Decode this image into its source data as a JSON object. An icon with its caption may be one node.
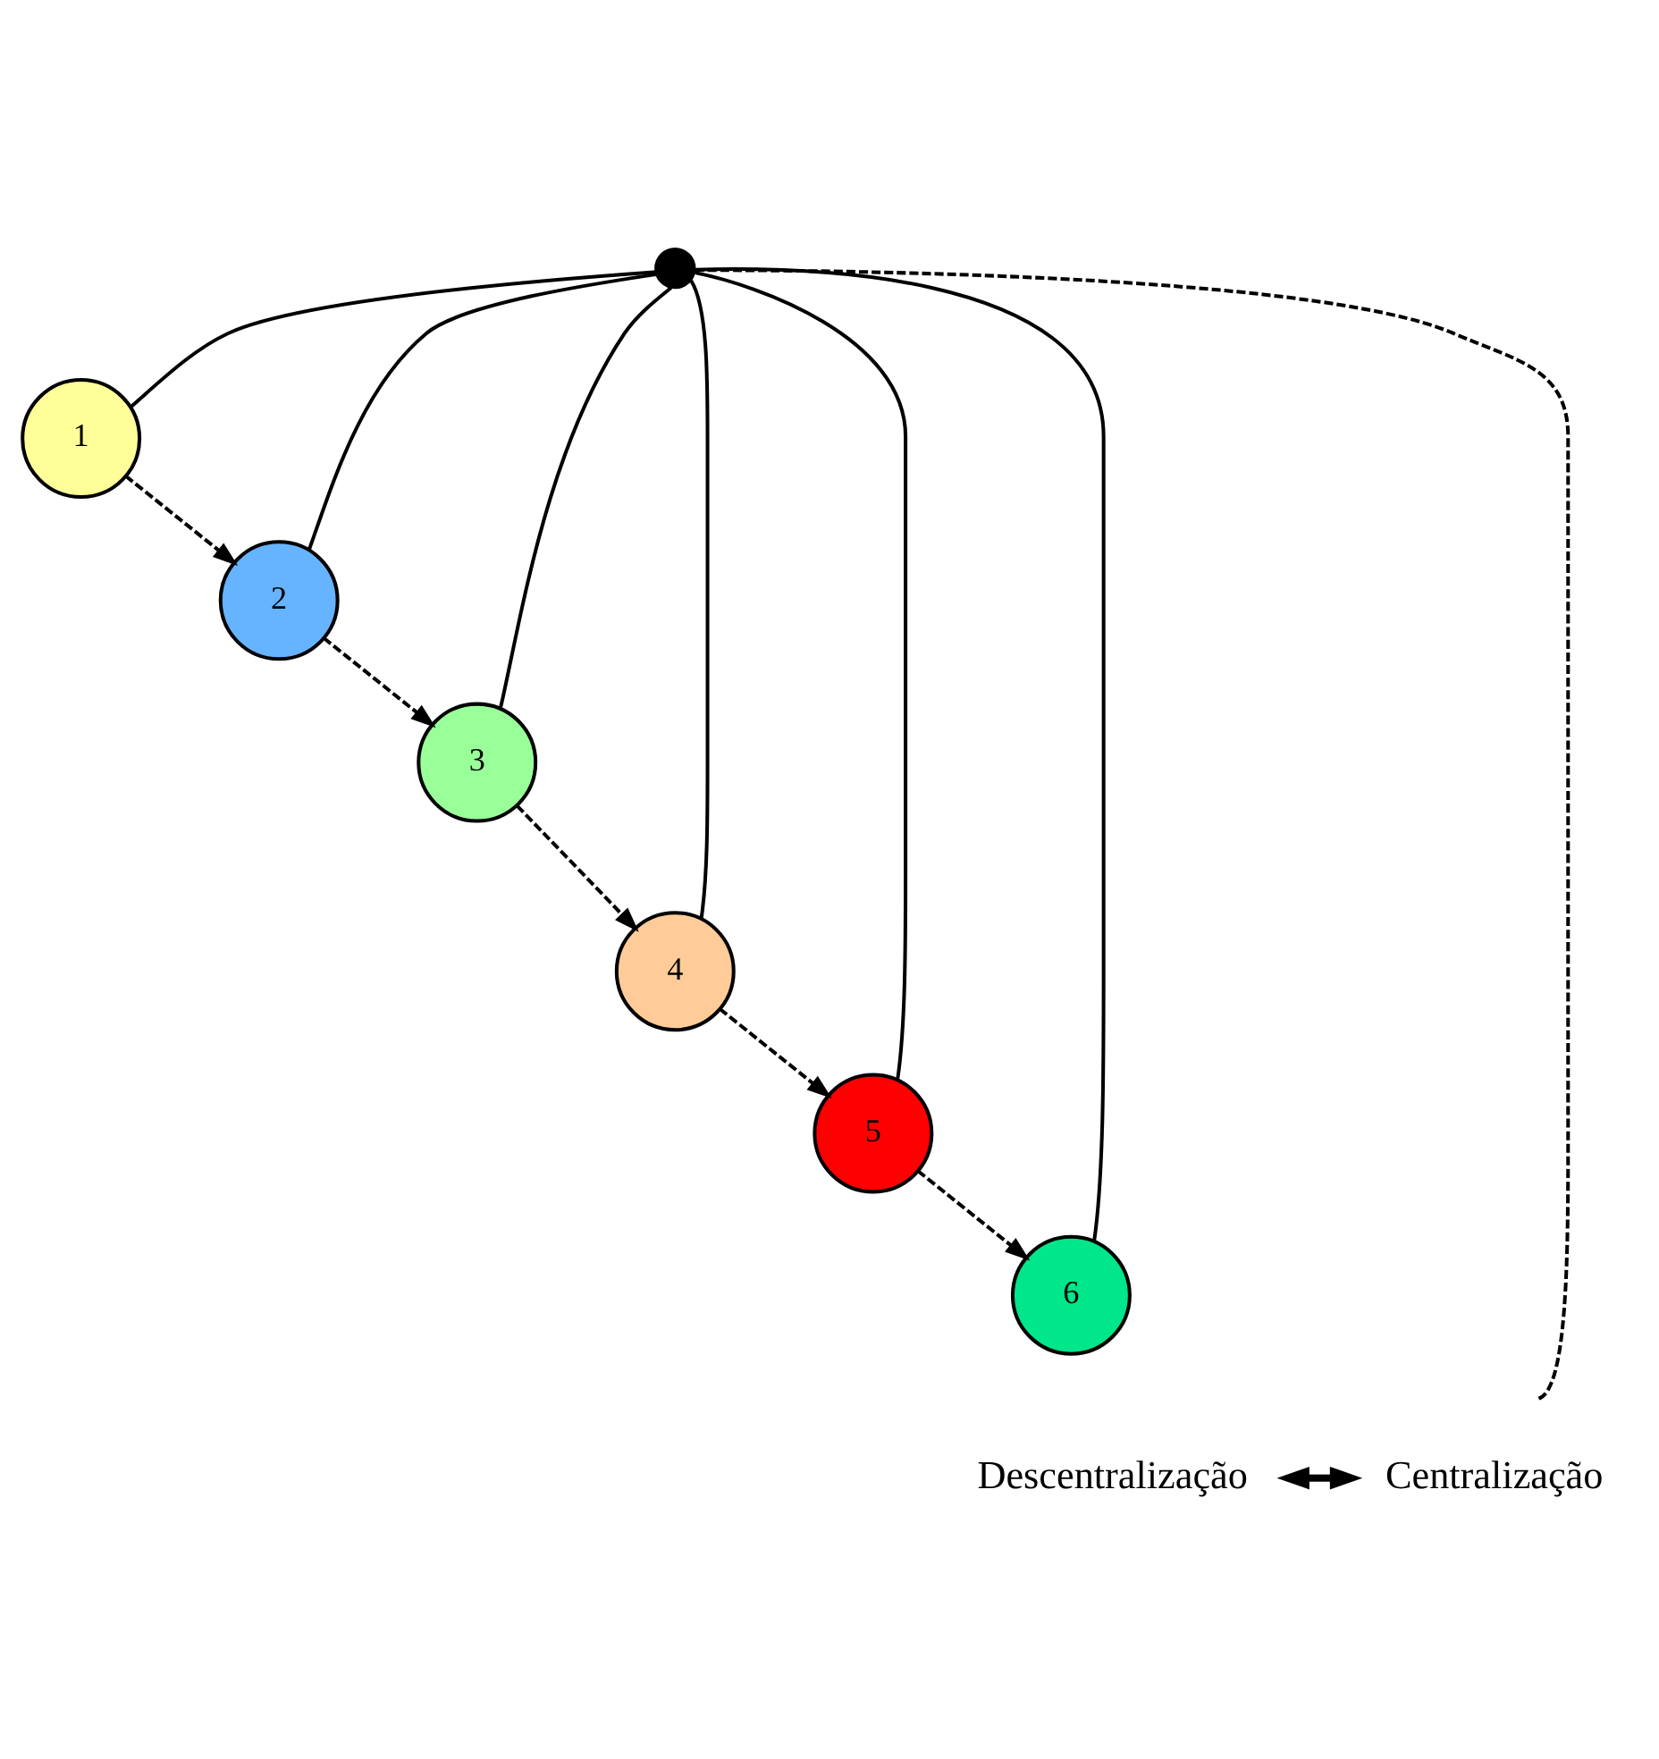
{
  "diagram": {
    "nodes": [
      {
        "text": [],
        "shape": "circle"
      },
      {
        "text": [
          "1"
        ]
      },
      {
        "text": [
          "2"
        ]
      },
      {
        "text": [
          "3"
        ]
      },
      {
        "text": [
          "4"
        ]
      },
      {
        "text": [
          "5"
        ]
      },
      {
        "text": [
          "6"
        ]
      },
      {
        "text": [
          "Descentralização"
        ]
      },
      {
        "text": [
          "Centralização"
        ]
      }
    ],
    "edges": [
      {
        "from": 0,
        "to": 1,
        "arrow": "none"
      },
      {
        "from": 0,
        "to": 2,
        "arrow": "none"
      },
      {
        "from": 0,
        "to": 3,
        "arrow": "none"
      },
      {
        "from": 0,
        "to": 4,
        "arrow": "none"
      },
      {
        "from": 0,
        "to": 5,
        "arrow": "none"
      },
      {
        "from": 0,
        "to": 6,
        "arrow": "none"
      },
      {
        "from": 1,
        "to": 2,
        "arrow": "to",
        "style": "dashed"
      },
      {
        "from": 2,
        "to": 3,
        "arrow": "to",
        "style": "dashed"
      },
      {
        "from": 3,
        "to": 4,
        "arrow": "to",
        "style": "dashed"
      },
      {
        "from": 4,
        "to": 5,
        "arrow": "to",
        "style": "dashed"
      },
      {
        "from": 5,
        "to": 6,
        "arrow": "to",
        "style": "dashed"
      },
      {
        "from": 0,
        "to": null,
        "arrow": "none",
        "style": "dashed"
      },
      {
        "from": 7,
        "to": 8,
        "arrow": "both",
        "style": "thick"
      }
    ]
  }
}
